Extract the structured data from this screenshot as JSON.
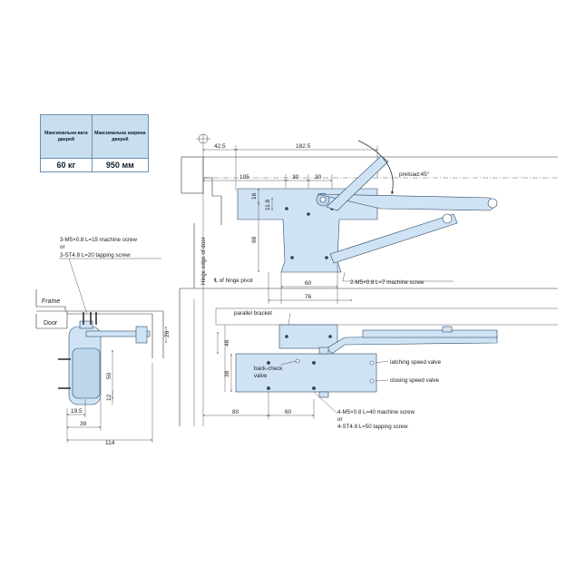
{
  "spec_table": {
    "headers": [
      "Максимальна вага дверей",
      "Максимальна ширина дверей"
    ],
    "values": [
      "60 кг",
      "950 мм"
    ]
  },
  "labels": {
    "screw_top_1": "3-M5×0.8 L=15 machine screw",
    "screw_top_or": "or",
    "screw_top_2": "3-ST4.8 L=20 tapping screw",
    "frame": "Frame",
    "door": "Door",
    "hinge_edge": "Hinge edge of door",
    "hinge_pivot": "℄ of hinge pivot",
    "preload": "preload:45°",
    "screw_mid": "2-M5×0.8 L=7 machine screw",
    "parallel_bracket": "parallel bracket",
    "back_check_1": "back-check",
    "back_check_2": "valve",
    "latching_valve": "latching speed valve",
    "closing_valve": "closing speed valve",
    "screw_bot_1": "4-M5×0.8 L=40 machine screw",
    "screw_bot_or": "or",
    "screw_bot_2": "4-ST4.8 L=50 tapping screw"
  },
  "dimensions": {
    "d42_5": "42.5",
    "d182_5": "182.5",
    "d105": "105",
    "d30a": "30",
    "d30b": "30",
    "d16": "16",
    "d11_8": "11.8",
    "d98": "98",
    "d60_top": "60",
    "d76": "76",
    "d26": "26",
    "d50": "50",
    "d12": "12",
    "d19_5": "19.5",
    "d39": "39",
    "d114": "114",
    "d48": "48",
    "d38": "38",
    "d80": "80",
    "d60_bot": "60"
  },
  "colors": {
    "part_fill": "#cfe3f4",
    "part_stroke": "#2a4a6a",
    "line": "#333333"
  }
}
